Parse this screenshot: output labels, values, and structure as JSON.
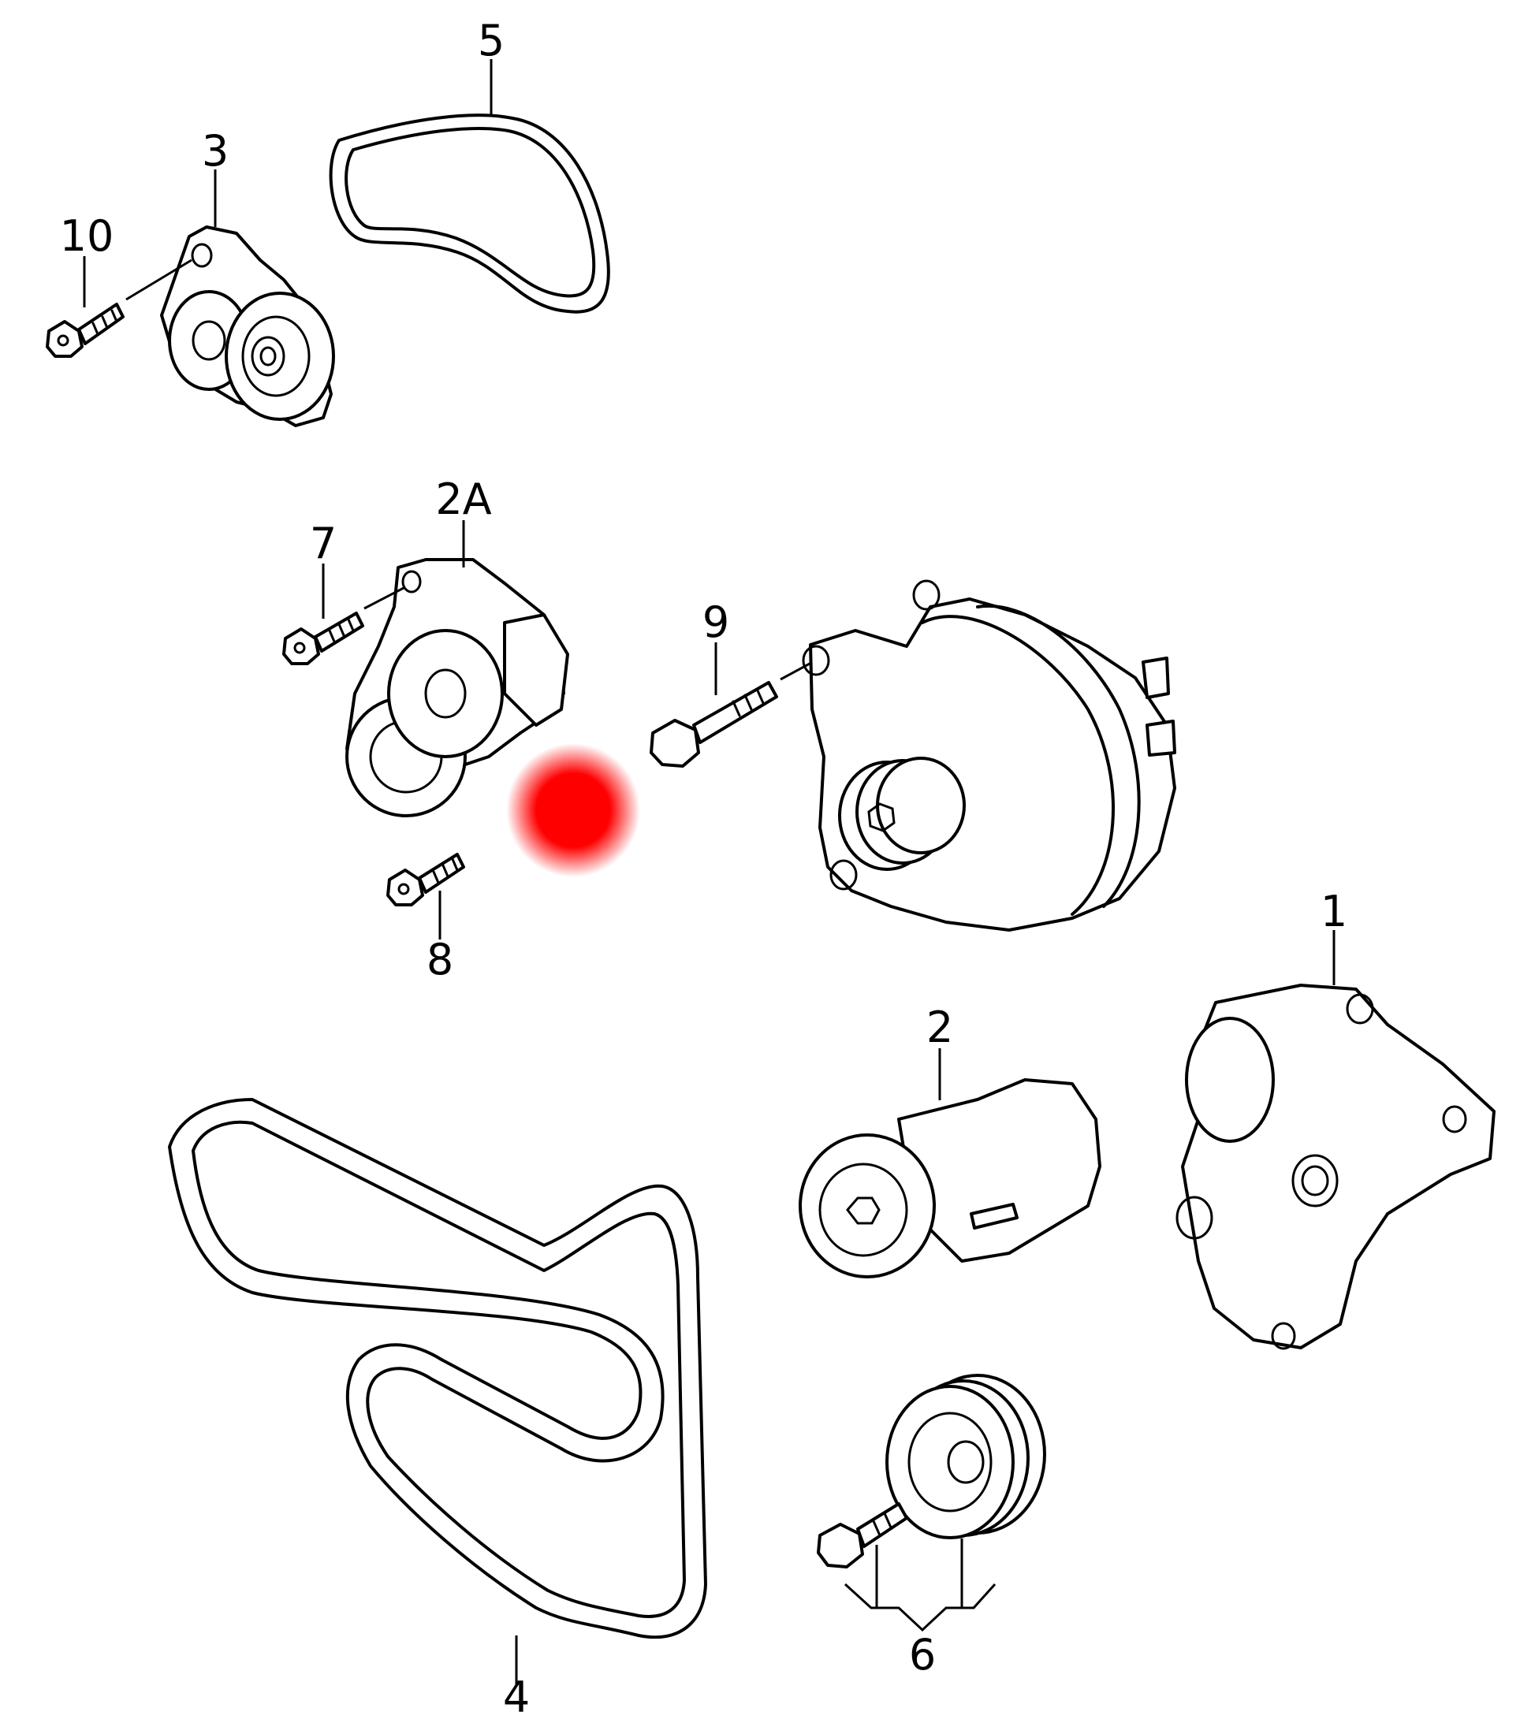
{
  "callouts": {
    "c1": "1",
    "c2": "2",
    "c2a": "2A",
    "c3": "3",
    "c4": "4",
    "c5": "5",
    "c6": "6",
    "c7": "7",
    "c8": "8",
    "c9": "9",
    "c10": "10"
  },
  "colors": {
    "line": "#000000",
    "background": "#ffffff",
    "highlight": "#ff0000"
  }
}
